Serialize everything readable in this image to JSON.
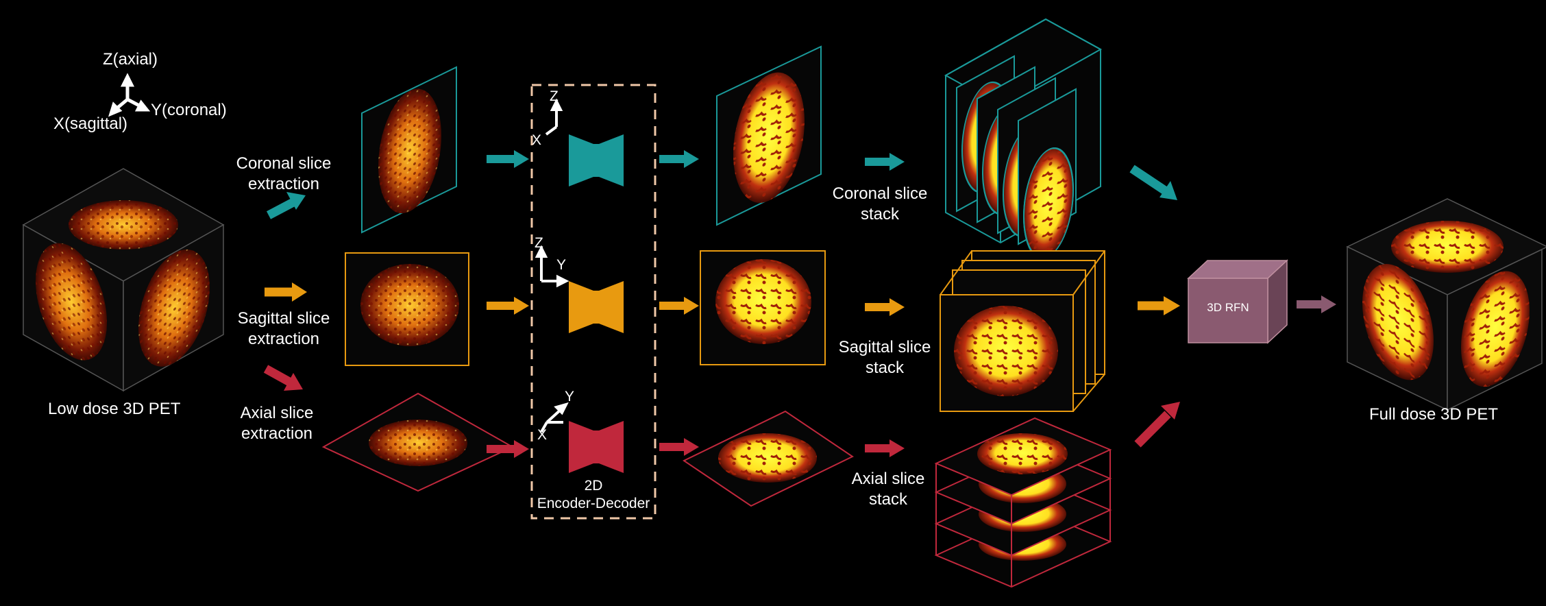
{
  "axes_legend": {
    "z": "Z(axial)",
    "y": "Y(coronal)",
    "x": "X(sagittal)"
  },
  "input": {
    "label": "Low dose 3D PET"
  },
  "output": {
    "label": "Full dose 3D PET"
  },
  "extraction": {
    "coronal": [
      "Coronal slice",
      "extraction"
    ],
    "sagittal": [
      "Sagittal slice",
      "extraction"
    ],
    "axial": [
      "Axial slice",
      "extraction"
    ]
  },
  "network": {
    "label": [
      "2D",
      "Encoder-Decoder"
    ],
    "axes": {
      "coronal": [
        "Z",
        "X"
      ],
      "sagittal": [
        "Z",
        "Y"
      ],
      "axial": [
        "Y",
        "X"
      ]
    }
  },
  "stacks": {
    "coronal": [
      "Coronal slice",
      "stack"
    ],
    "sagittal": [
      "Sagittal slice",
      "stack"
    ],
    "axial": [
      "Axial slice",
      "stack"
    ]
  },
  "fusion": {
    "label": "3D RFN"
  },
  "colors": {
    "coronal": "#1a9a9a",
    "sagittal": "#e89a10",
    "axial": "#c0283c",
    "fusion": "#8a5a70",
    "dashed_box": "#f0c8a8",
    "pet_low": "#ffc020",
    "pet_high": "#ffff30",
    "pet_bg": "#4a0800"
  }
}
